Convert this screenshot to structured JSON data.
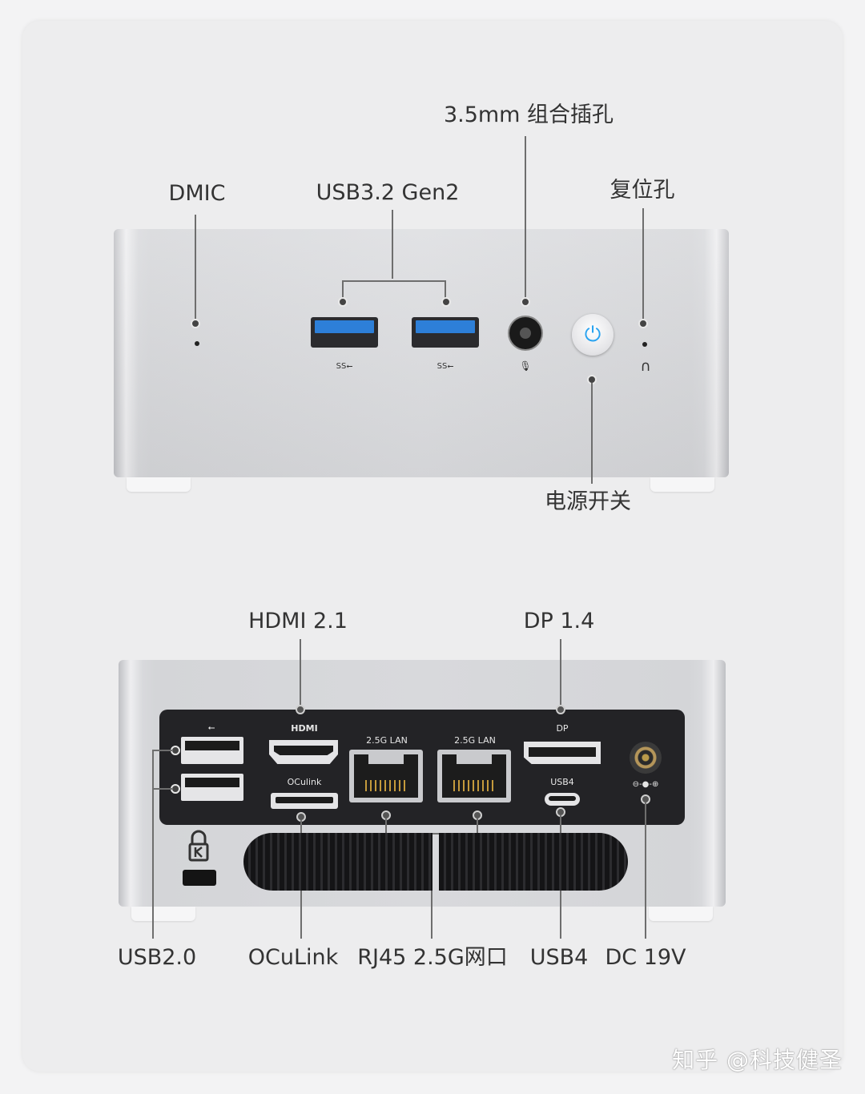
{
  "front_labels": {
    "dmic": "DMIC",
    "usb32": "USB3.2 Gen2",
    "audio": "3.5mm 组合插孔",
    "reset": "复位孔",
    "power": "电源开关"
  },
  "rear_labels": {
    "hdmi": "HDMI 2.1",
    "dp": "DP 1.4",
    "usb20": "USB2.0",
    "oculink": "OCuLink",
    "rj45": "RJ45 2.5G网口",
    "usb4": "USB4",
    "dc": "DC 19V"
  },
  "port_markings": {
    "ss_usb": "SS⭠",
    "usb_icon": "⭠",
    "hdmi": "HDMI",
    "lan1": "2.5G LAN",
    "lan2": "2.5G LAN",
    "dp": "DP",
    "oculink": "OCulink",
    "usb4": "USB4",
    "dc_symbol": "⊖-●-⊕",
    "reset_symbol": "∩",
    "power_symbol": "⏻",
    "mic_symbol": "🎙"
  },
  "watermark": "知乎 @科技健圣",
  "colors": {
    "usb3_blue": "#2d7fd8",
    "power_led": "#2aa3f0",
    "panel": "#232326"
  }
}
